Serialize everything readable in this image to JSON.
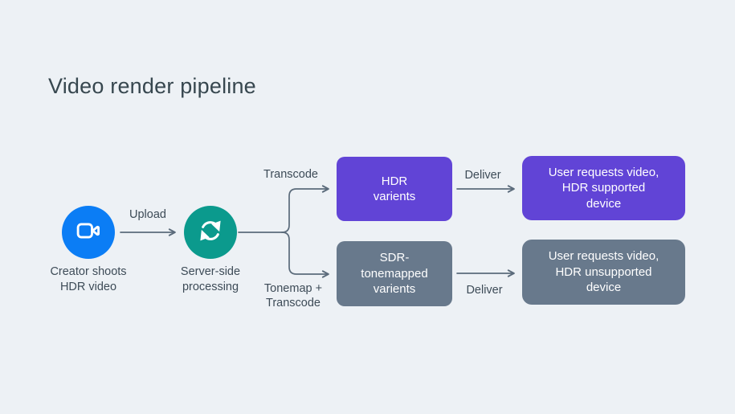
{
  "title": "Video render pipeline",
  "colors": {
    "background": "#edf1f5",
    "title_text": "#37474f",
    "label_text": "#3d4b57",
    "connector": "#5b6b7b",
    "creator_circle": "#0b7df5",
    "server_circle": "#0b9a8d",
    "hdr_accent": "#6144d6",
    "sdr_accent": "#68798c",
    "box_text": "#ffffff"
  },
  "nodes": {
    "creator": {
      "label": "Creator shoots\nHDR video",
      "icon": "video-camera-icon",
      "color": "#0b7df5"
    },
    "server": {
      "label": "Server-side\nprocessing",
      "icon": "sync-icon",
      "color": "#0b9a8d"
    },
    "hdr_variants": {
      "label": "HDR\nvarients",
      "color": "#6144d6"
    },
    "sdr_variants": {
      "label": "SDR-\ntonemapped\nvarients",
      "color": "#68798c"
    },
    "user_hdr": {
      "label": "User requests video,\nHDR supported\ndevice",
      "color": "#6144d6"
    },
    "user_sdr": {
      "label": "User requests video,\nHDR unsupported\ndevice",
      "color": "#68798c"
    }
  },
  "edges": {
    "upload": {
      "label": "Upload"
    },
    "transcode": {
      "label": "Transcode"
    },
    "tonemap_transcode": {
      "label": "Tonemap +\nTranscode"
    },
    "deliver_top": {
      "label": "Deliver"
    },
    "deliver_bottom": {
      "label": "Deliver"
    }
  }
}
